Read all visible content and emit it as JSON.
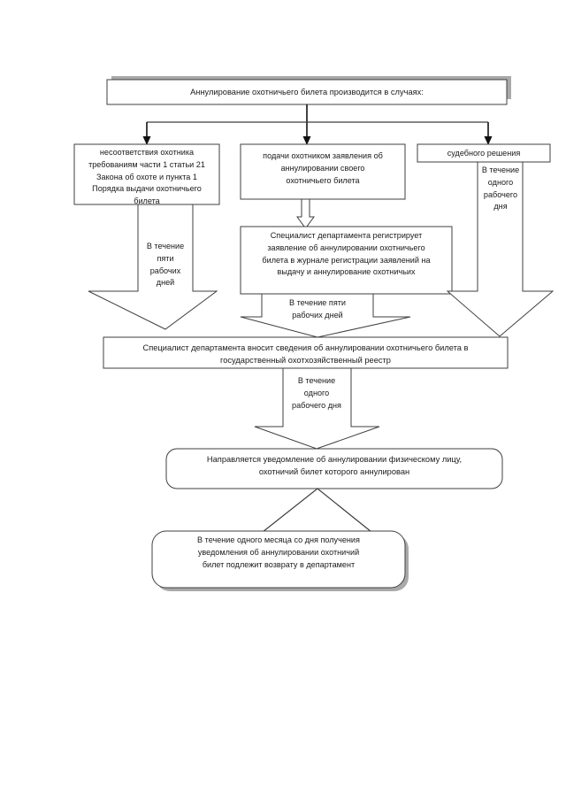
{
  "document": {
    "title": "Схема аннулирования охотничьего билета",
    "background_color": "#ffffff",
    "stroke_color": "#3f3f3f",
    "shadow_color": "#a9a9a9",
    "text_color": "#1a1a1a"
  },
  "nodes": {
    "header": {
      "text": "Аннулирование охотничьего билета производится в случаях:",
      "shape": "rectangle-with-shadow"
    },
    "case_left": {
      "text": "несоответствия охотника\nтребованиям части 1 статьи 21\nЗакона об охоте и пункта 1\nПорядка выдачи охотничьего\nбилета",
      "shape": "rectangle"
    },
    "case_middle": {
      "text": "подачи охотником заявления об\nаннулировании своего\nохотничьего билета",
      "shape": "rectangle"
    },
    "case_right": {
      "text": "судебного решения",
      "shape": "rectangle"
    },
    "register": {
      "text": "Специалист департамента регистрирует\nзаявление об аннулировании охотничьего\nбилета в журнале регистрации заявлений на\nвыдачу и аннулирование охотничьих",
      "shape": "rectangle"
    },
    "registry_entry": {
      "text": "Специалист департамента вносит сведения об аннулировании охотничьего билета в\nгосударственный охотхозяйственный реестр",
      "shape": "rectangle"
    },
    "notification": {
      "text": "Направляется уведомление об аннулировании физическому лицу,\nохотничий билет которого аннулирован",
      "shape": "rounded-rectangle"
    },
    "return_ticket": {
      "text": "В течение одного месяца со дня получения\nуведомления об аннулировании охотничий\nбилет подлежит возврату в департамент",
      "shape": "rounded-rectangle-with-shadow"
    }
  },
  "arrow_labels": {
    "left_five_days": "В течение\nпяти\nрабочих\nдней",
    "right_one_day": "В течение\nодного\nрабочего\nдня",
    "center_five_days": "В течение пяти\nрабочих дней",
    "center_one_day": "В течение\nодного\nрабочего дня"
  }
}
